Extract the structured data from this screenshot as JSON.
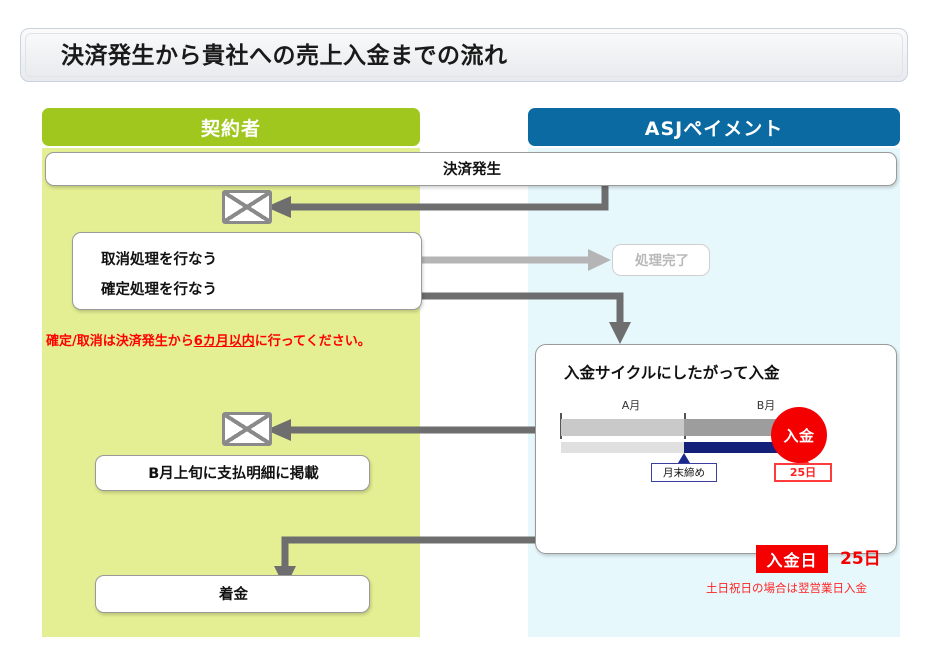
{
  "title": "決済発生から貴社への売上入金までの流れ",
  "columns": {
    "left": {
      "header": "契約者",
      "color": "#9fc71d",
      "band_color": "#e4ef93"
    },
    "right": {
      "header": "ASJペイメント",
      "color": "#0a6aa1",
      "band_color": "#e6f8fc"
    }
  },
  "nodes": {
    "payment_occurred": "決済発生",
    "cancel_process": "取消処理を行なう",
    "confirm_process": "確定処理を行なう",
    "process_complete": "処理完了",
    "statement_posted": "B月上旬に支払明細に掲載",
    "funds_received": "着金"
  },
  "caution": {
    "before": "確定/取消は決済発生から",
    "emphasis": "6カ月以内",
    "after": "に行ってください。",
    "color": "#ff0000"
  },
  "cycle_panel": {
    "title": "入金サイクルにしたがって入金",
    "month_a": "A月",
    "month_b": "B月",
    "month_end_marker": "月末締め",
    "payday_marker": "25日",
    "badge": "入金",
    "payday_tag": "入金日",
    "payday_value": "25日",
    "note": "土日祝日の場合は翌営業日入金",
    "colors": {
      "bar_a": "#c9c9c9",
      "bar_b": "#9d9d9d",
      "bar_bottom_a": "#e0e0e0",
      "bar_bottom_b": "#141f7a",
      "accent_red": "#f40000",
      "marker_navy": "#3b3f9e"
    }
  },
  "icons": {
    "envelope_top": "envelope-icon",
    "envelope_bottom": "envelope-icon"
  },
  "arrows": {
    "payment_to_envelope": "decision to contractor mail",
    "cancel_to_complete": "cancel to process complete",
    "confirm_to_cycle": "confirm to payment cycle",
    "cycle_to_envelope": "cycle to contractor mail",
    "cycle_to_received": "cycle to funds received",
    "color_dark": "#6e6e6e",
    "color_light": "#b5b5b5"
  }
}
